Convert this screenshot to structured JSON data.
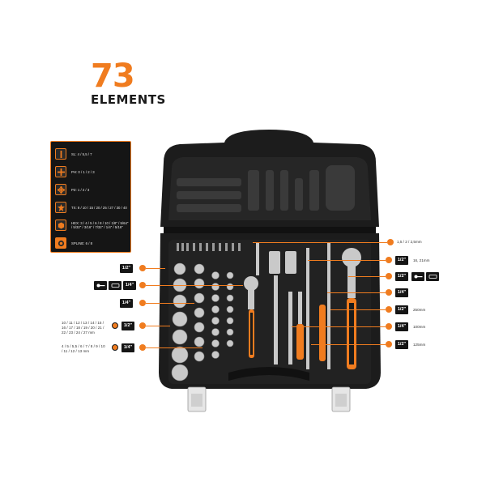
{
  "headline": {
    "count": "73",
    "word": "ELEMENTS"
  },
  "bits": [
    {
      "icon": "slotted-bit-icon",
      "text": "SL: 4 / 5,5 / 7"
    },
    {
      "icon": "phillips-bit-icon",
      "text": "PH: 0 / 1 / 2 / 3"
    },
    {
      "icon": "pozidriv-bit-icon",
      "text": "PZ: 1 / 2 / 3"
    },
    {
      "icon": "torx-bit-icon",
      "text": "TX: 8 / 10 / 15 / 20 / 25 / 27 / 30 / 40"
    },
    {
      "icon": "hex-bit-icon",
      "text": "HEX: 3 / 4 / 5 / 6 / 8 / 10 / 1/8\" / 5/64\" / 5/32\" / 3/16\" / 7/32\" / 1/4\" / 5/16\""
    },
    {
      "icon": "spline-bit-icon",
      "text": "SPLINE: 6 / 8"
    }
  ],
  "left_labels": [
    {
      "text": "1/2\""
    },
    {
      "text": "1/4\""
    },
    {
      "text": "1/4\""
    },
    {
      "text": "1/2\""
    },
    {
      "text": "1/4\""
    }
  ],
  "left_notes": {
    "large_sockets": "10 / 11 / 12 / 13 / 14 / 15 / 16 / 17 / 18 / 19 / 20 / 21 / 22 / 23 / 24 / 27 mm",
    "small_sockets": "4 / 5 / 5,5 / 6 / 7 / 8 / 9 / 10 / 11 / 12 / 13 mm"
  },
  "right_labels": [
    {
      "text": "1/2\"",
      "note": "16, 21mm"
    },
    {
      "text": "1/2\"",
      "note": ""
    },
    {
      "text": "1/4\"",
      "note": ""
    },
    {
      "text": "1/2\"",
      "note": "250mm"
    },
    {
      "text": "1/4\"",
      "note": "100mm"
    },
    {
      "text": "1/2\"",
      "note": "125mm"
    }
  ],
  "right_top_note": "1,5 / 2 / 2,5mm",
  "colors": {
    "accent": "#f07c1f",
    "case": "#1c1c1c",
    "panel": "#151515"
  }
}
